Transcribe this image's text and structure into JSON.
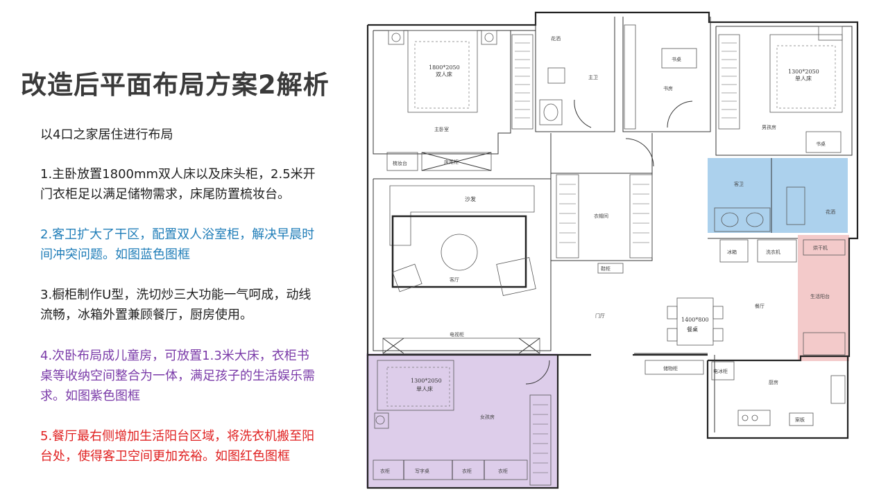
{
  "title": "改造后平面布局方案2解析",
  "paragraphs": {
    "p0": "以4口之家居住进行布局",
    "p1": "1.主卧放置1800mm双人床以及床头柜，2.5米开门衣柜足以满足储物需求，床尾防置梳妆台。",
    "p2": "2.客卫扩大了干区，配置双人浴室柜，解决早晨时间冲突问题。如图蓝色图框",
    "p3": "3.橱柜制作U型，洗切炒三大功能一气呵成，动线流畅，冰箱外置兼顾餐厅，厨房使用。",
    "p4": "4.次卧布局成儿童房，可放置1.3米大床，衣柜书桌等收纳空间整合为一体，满足孩子的生活娱乐需求。如图紫色图框",
    "p5": "5.餐厅最右侧增加生活阳台区域，将洗衣机搬至阳台处，使得客卫空间更加充裕。如图红色图框"
  },
  "colors": {
    "blue_box": "#9ec9ea",
    "purple_box": "#d9c8e8",
    "red_box": "#f2c4c4"
  },
  "plan_labels": {
    "master_bedroom": "主卧室",
    "master_bed": "1800*2050",
    "master_bed_type": "双人床",
    "dresser": "梳妆台",
    "bed_end_cabinet": "床尾柜",
    "shower_1": "花洒",
    "master_bath": "主卫",
    "study": "书房",
    "desk_1": "书桌",
    "boys_room": "男孩房",
    "single_bed_1": "1300*2050",
    "single_bed_1_type": "单人床",
    "desk_2": "书桌",
    "sofa": "沙发",
    "living_room": "客厅",
    "cloakroom": "衣帽间",
    "shoe_cabinet": "鞋柜",
    "guest_bath": "客卫",
    "shower_2": "花洒",
    "fridge": "冰箱",
    "washer": "洗衣机",
    "dryer": "烘干机",
    "utility_balcony": "生活阳台",
    "dining_room": "餐厅",
    "dining_table": "1400*800",
    "dining_table_type": "餐桌",
    "foyer": "门厅",
    "tv_cabinet": "电视柜",
    "girls_room": "女孩房",
    "single_bed_2": "1300*2050",
    "single_bed_2_type": "单人床",
    "writing_desk": "写字桌",
    "wardrobe_1": "衣柜",
    "wardrobe_2": "衣柜",
    "wardrobe_3": "衣柜",
    "kitchen": "厨房",
    "storage_cabinet": "储物柜",
    "fridge_cabinet": "电冰柜",
    "cutting_board": "案板"
  }
}
